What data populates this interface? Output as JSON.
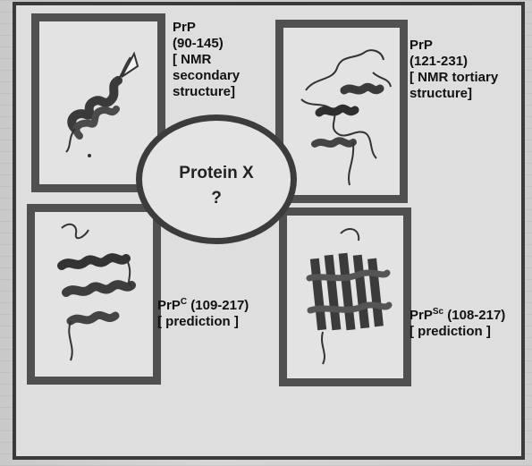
{
  "center": {
    "title": "Protein X",
    "subtitle": "?"
  },
  "panels": [
    {
      "name": "PrP (90-145)",
      "lines": [
        "PrP",
        "(90-145)",
        "[ NMR",
        "secondary",
        "structure]"
      ]
    },
    {
      "name": "PrP (121-231)",
      "lines": [
        "PrP",
        "(121-231)",
        "[ NMR tortiary",
        "structure]"
      ]
    },
    {
      "name": "PrPC (109-217)",
      "prefix": "PrP",
      "sup": "C",
      "range": " (109-217)",
      "line2": "[ prediction ]"
    },
    {
      "name": "PrPSc (108-217)",
      "prefix": "PrP",
      "sup": "Sc",
      "range": " (108-217)",
      "line2": "[ prediction ]"
    }
  ]
}
